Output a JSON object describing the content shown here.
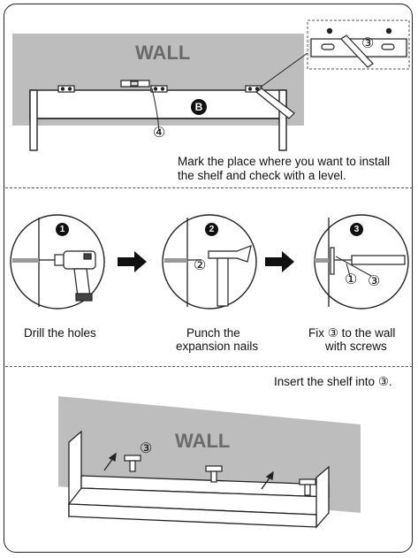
{
  "section1": {
    "wall_label": "WALL",
    "callout_b": "B",
    "callout_4": "④",
    "callout_3": "③",
    "instruction_line1": "Mark the place where you want to install",
    "instruction_line2": "the shelf and check with a level."
  },
  "section2": {
    "steps": [
      {
        "number": "1",
        "caption_line1": "Drill the holes",
        "caption_line2": ""
      },
      {
        "number": "2",
        "caption_line1": "Punch the",
        "caption_line2": "expansion nails",
        "part_label": "②"
      },
      {
        "number": "3",
        "caption_line1": "Fix ③ to the wall",
        "caption_line2": "with screws",
        "part_label_1": "①",
        "part_label_2": "③"
      }
    ]
  },
  "section3": {
    "instruction": "Insert the shelf into ③.",
    "wall_label": "WALL",
    "callout_3": "③"
  },
  "colors": {
    "wall_gray": "#bdbdbd",
    "line": "#222222",
    "fill_white": "#ffffff"
  }
}
